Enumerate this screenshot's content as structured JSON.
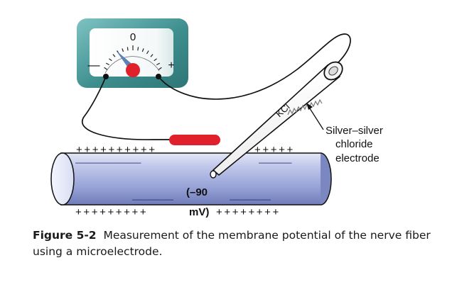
{
  "meter": {
    "zero_label": "0",
    "minus_label": "—",
    "plus_label": "+"
  },
  "fiber": {
    "top_charges_left": "++++++++++",
    "top_charges_right": "+++++",
    "bottom_charges_left": "+++++++++",
    "bottom_charges_right": "++++++++",
    "inner_dashes_top_left": "————————",
    "inner_dashes_top_right": "————",
    "inner_dashes_bottom_left": "—————",
    "inner_dashes_bottom_right": "—————",
    "potential_line1": "(–90",
    "potential_line2": "mV)"
  },
  "electrode": {
    "kcl_label": "KCl",
    "callout_line1": "Silver–silver",
    "callout_line2": "chloride",
    "callout_line3": "electrode"
  },
  "caption": {
    "label": "Figure 5-2",
    "text": "Measurement of the membrane potential of the nerve fiber using a microelectrode."
  },
  "colors": {
    "meter_case": "#3e8e8e",
    "meter_face": "#ffffff",
    "needle": "#5a82b8",
    "pivot": "#e0202a",
    "fiber_fill": "#aab4dd",
    "fiber_dark": "#6f7cb8",
    "red_bar": "#e0202a"
  }
}
